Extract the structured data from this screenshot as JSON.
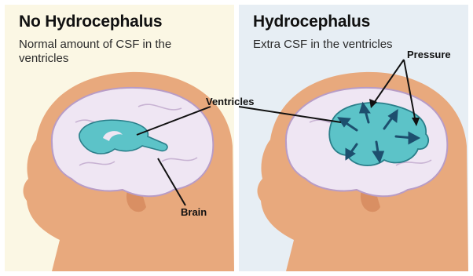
{
  "panels": {
    "left": {
      "title": "No Hydrocephalus",
      "subtitle": "Normal amount of CSF in the ventricles"
    },
    "right": {
      "title": "Hydrocephalus",
      "subtitle": "Extra CSF in the ventricles"
    }
  },
  "labels": {
    "ventricles": "Ventricles",
    "brain": "Brain",
    "pressure": "Pressure"
  },
  "colors": {
    "skin": "#e8a97d",
    "skin_shadow": "#d98f63",
    "brain": "#efe6f3",
    "brain_outline": "#b89cc6",
    "ventricle": "#5cc3c8",
    "ventricle_outline": "#2a7f8a",
    "arrow": "#1d4f6e"
  }
}
